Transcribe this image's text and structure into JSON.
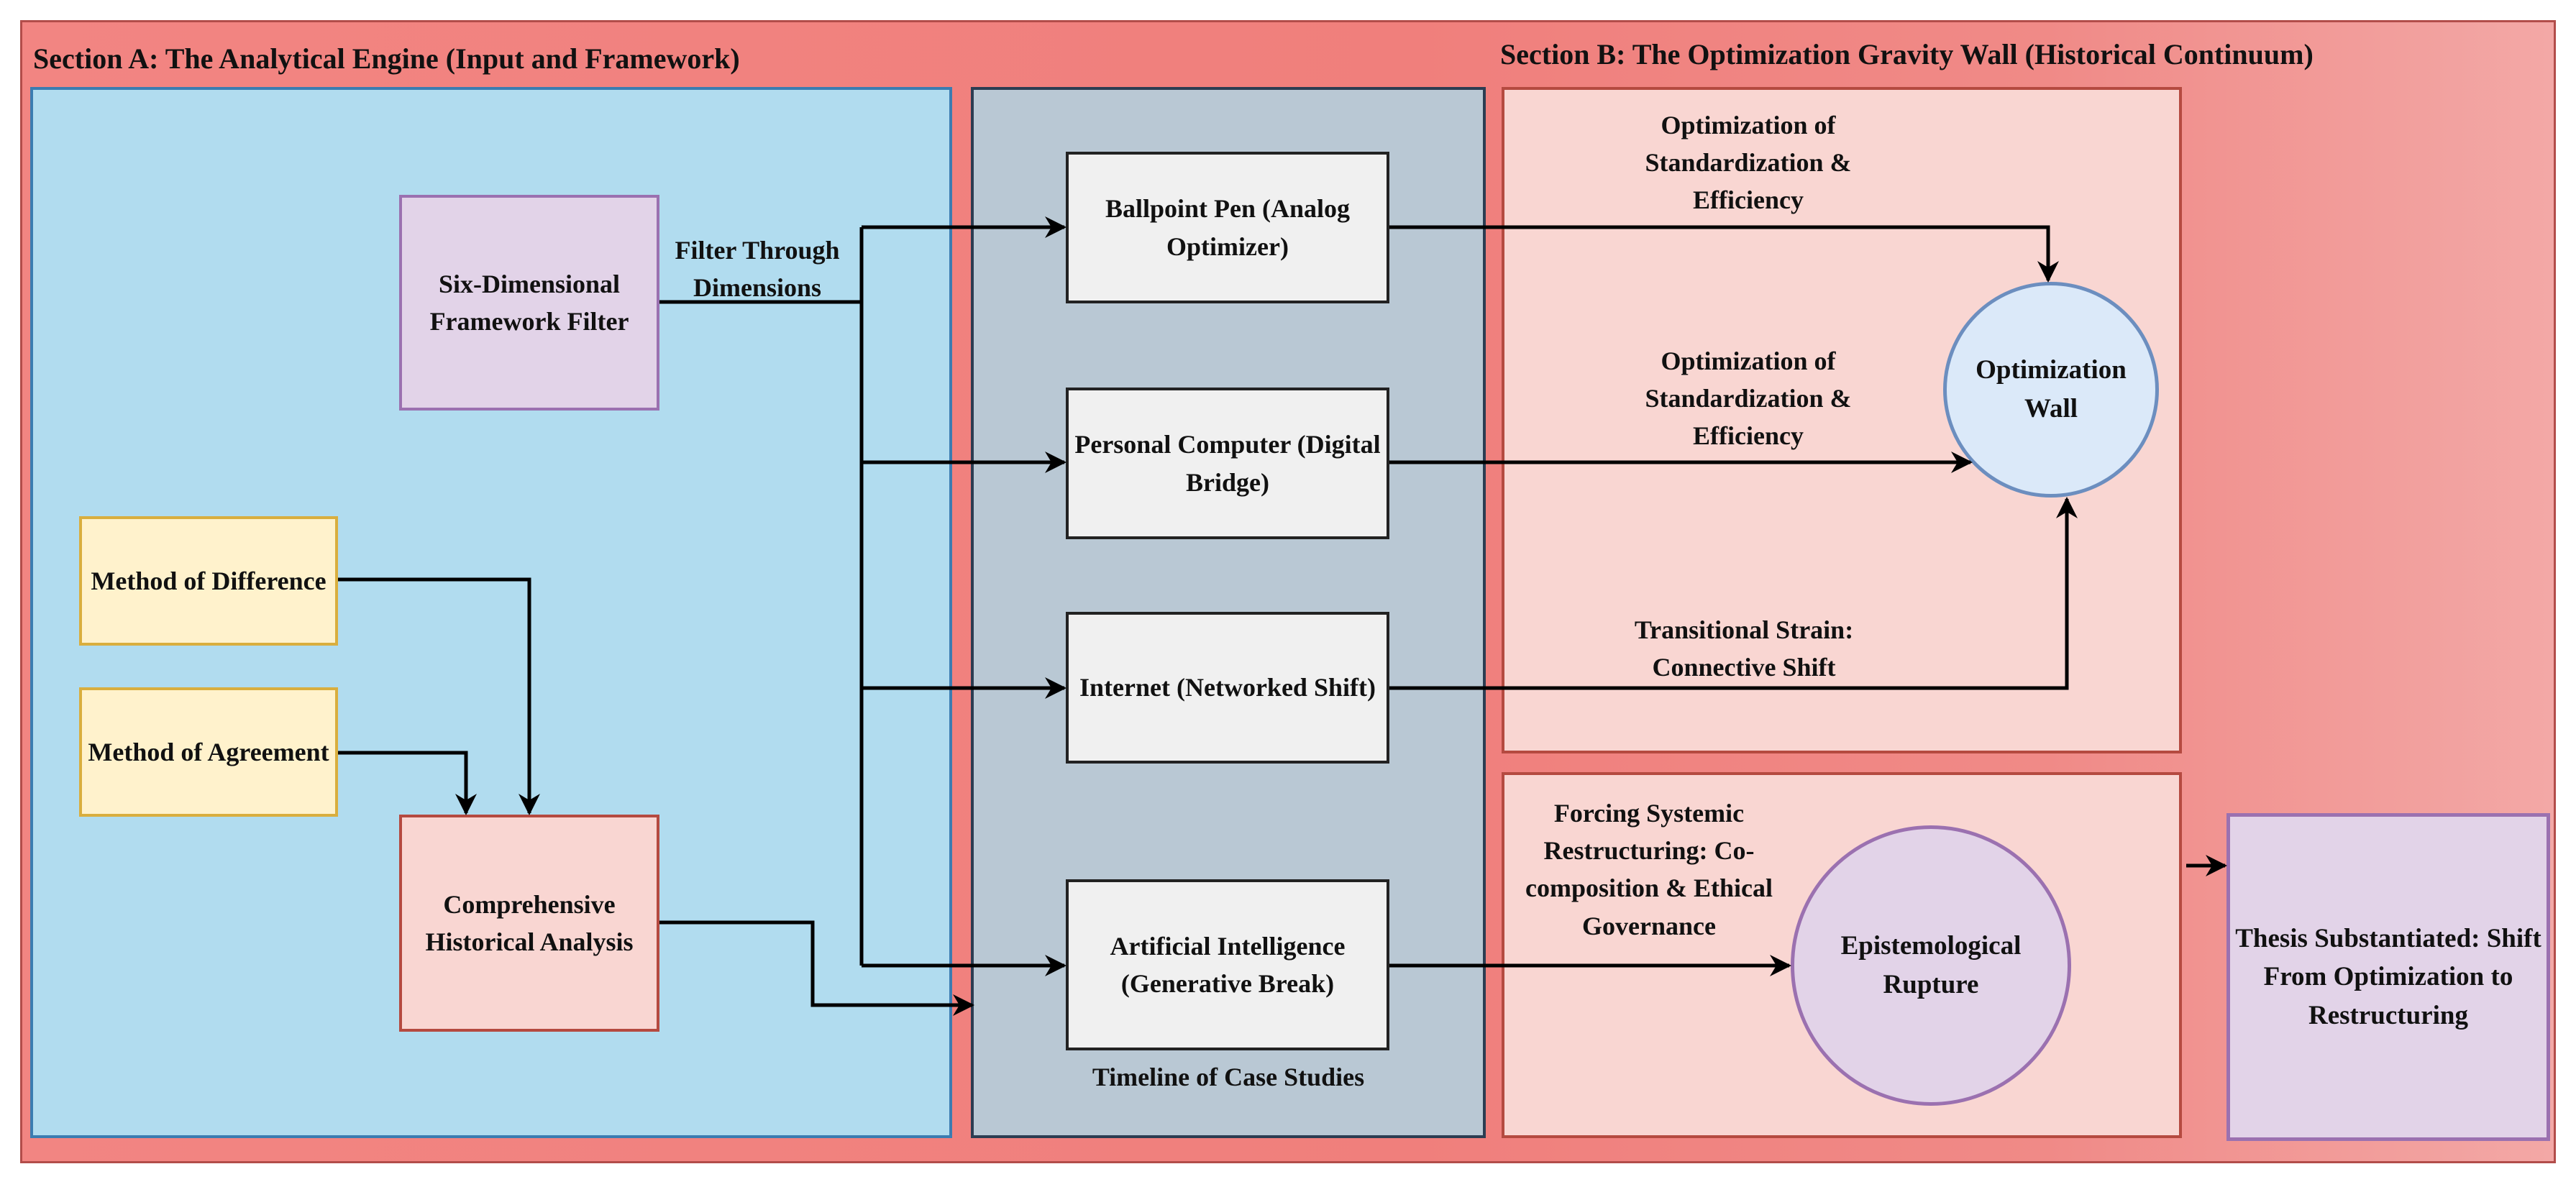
{
  "sections": {
    "a_title": "Section A: The Analytical Engine (Input and Framework)",
    "b_title": "Section B: The Optimization Gravity Wall (Historical Continuum)",
    "timeline_label": "Timeline of Case Studies"
  },
  "nodes": {
    "framework": "Six-Dimensional Framework Filter",
    "difference": "Method of Difference",
    "agreement": "Method of Agreement",
    "historical": "Comprehensive Historical Analysis",
    "ballpoint": "Ballpoint Pen (Analog Optimizer)",
    "computer": "Personal Computer (Digital Bridge)",
    "internet": "Internet (Networked Shift)",
    "ai": "Artificial Intelligence (Generative Break)",
    "wall": "Optimization Wall",
    "rupture": "Epistemological Rupture",
    "thesis": "Thesis Substantiated: Shift From Optimization to Restructuring"
  },
  "edges": {
    "filter": "Filter Through Dimensions",
    "opt1": "Optimization of Standardization & Efficiency",
    "opt2": "Optimization of Standardization & Efficiency",
    "strain": "Transitional Strain: Connective Shift",
    "forcing": "Forcing Systemic Restructuring: Co-composition & Ethical Governance"
  },
  "colors": {
    "outer_bg": "#f08380",
    "section_a_bg": "#b1dcef",
    "timeline_bg": "#b9c8d4",
    "section_b_bg": "#f9d6d2"
  }
}
